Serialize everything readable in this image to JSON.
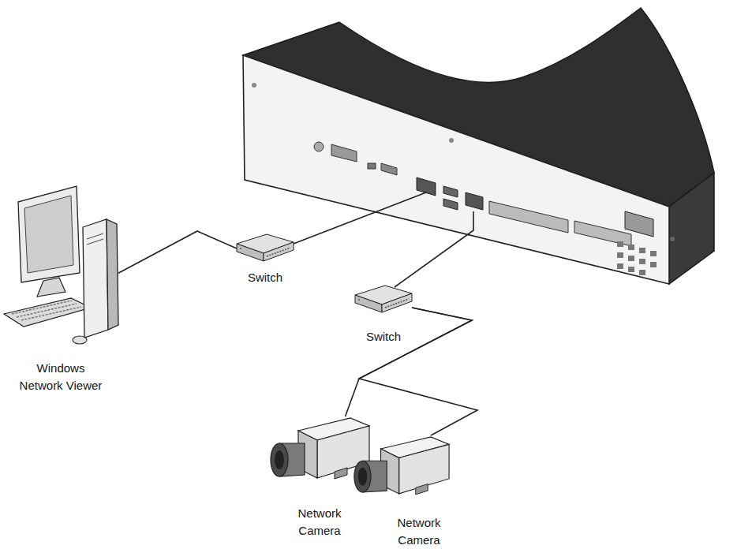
{
  "diagram": {
    "nodes": [
      {
        "text": [
          "Switch"
        ]
      },
      {
        "text": [
          "Switch"
        ]
      },
      {
        "text": [
          "Windows Network Viewer"
        ]
      },
      {
        "text": [
          "Network Camera"
        ]
      },
      {
        "text": [
          "Network Camera"
        ]
      }
    ],
    "edges": [
      {
        "from": 2,
        "to": 0,
        "arrow": "none"
      },
      {
        "from": 1,
        "to": 3,
        "arrow": "none"
      },
      {
        "from": 1,
        "to": 4,
        "arrow": "none"
      }
    ]
  }
}
